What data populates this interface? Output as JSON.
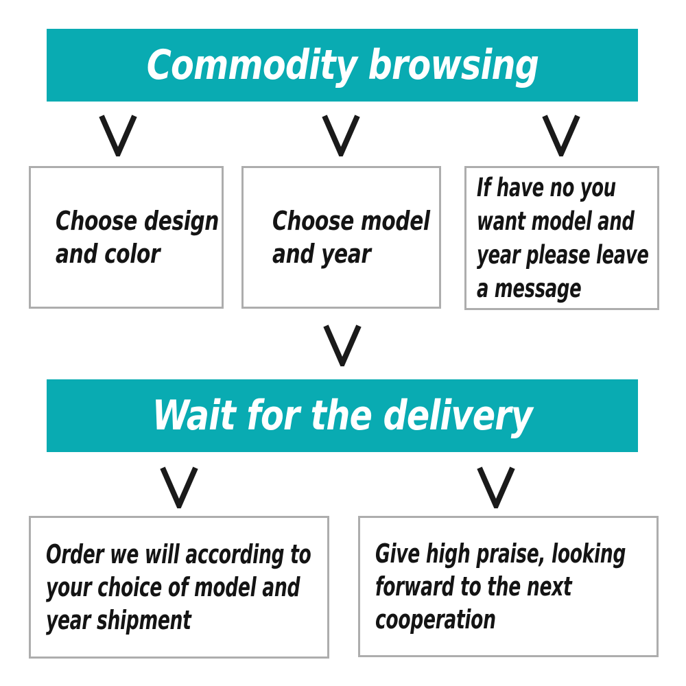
{
  "colors": {
    "banner_bg": "#09abb2",
    "banner_text": "#ffffff",
    "box_border": "#adadad",
    "box_bg": "#ffffff",
    "text": "#141414",
    "arrow": "#1a1a1a",
    "background": "#ffffff"
  },
  "banner1": {
    "label": "Commodity browsing"
  },
  "banner2": {
    "label": "Wait for the delivery"
  },
  "row1": {
    "boxes": [
      {
        "text": "Choose design\nand color"
      },
      {
        "text": "Choose model\nand year"
      },
      {
        "text": "If have no you\nwant model and\nyear please leave\na message"
      }
    ]
  },
  "row2": {
    "boxes": [
      {
        "text": "Order we will according to\nyour choice of model and\nyear shipment"
      },
      {
        "text": "Give high praise, looking\nforward to the next\ncooperation"
      }
    ]
  },
  "icons": {
    "down_arrow": "V-shaped down arrow"
  }
}
